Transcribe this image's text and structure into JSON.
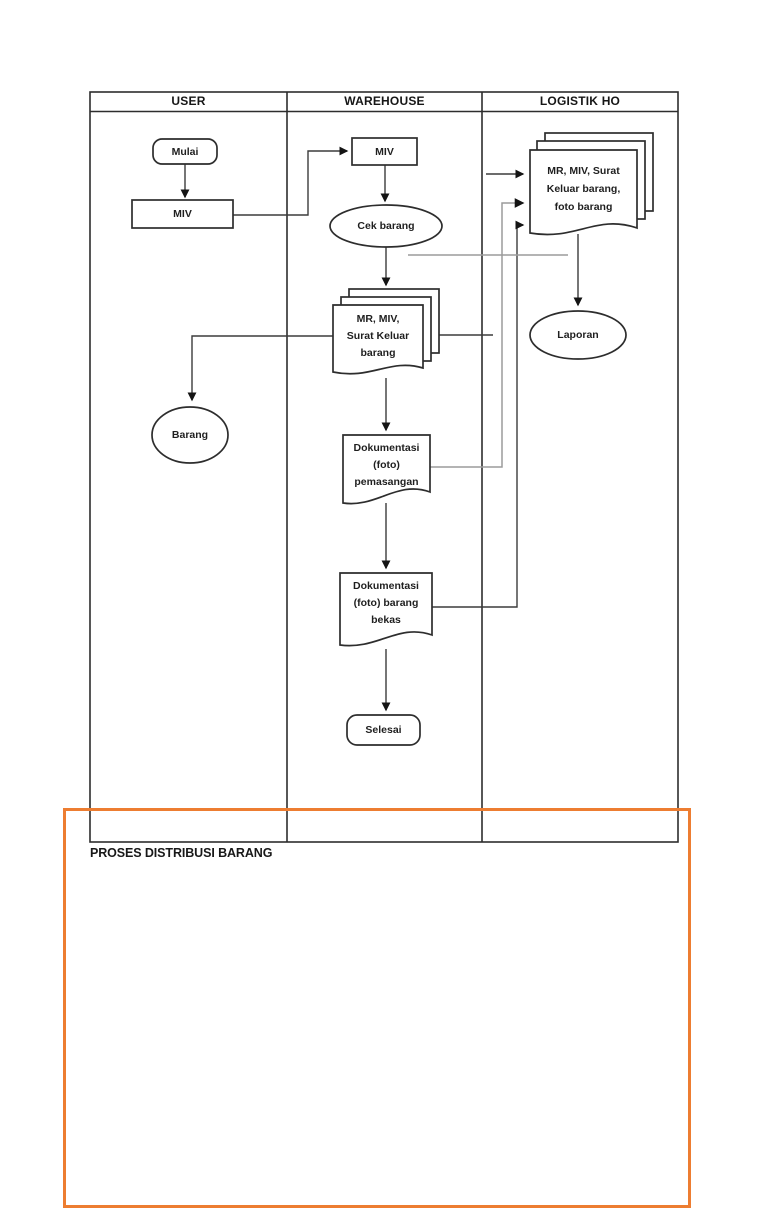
{
  "page": {
    "caption": "PROSES DISTRIBUSI BARANG"
  },
  "lanes": [
    {
      "label": "USER"
    },
    {
      "label": "WAREHOUSE"
    },
    {
      "label": "LOGISTIK HO"
    }
  ],
  "nodes": {
    "mulai": {
      "label": "Mulai",
      "shape": "terminator"
    },
    "miv_user": {
      "label": "MIV",
      "shape": "process"
    },
    "barang": {
      "label": "Barang",
      "shape": "ellipse"
    },
    "miv_warehouse": {
      "label": "MIV",
      "shape": "process"
    },
    "cek_barang": {
      "label": "Cek barang",
      "shape": "ellipse"
    },
    "doc_warehouse": {
      "lines": [
        "MR, MIV,",
        "Surat Keluar",
        "barang"
      ],
      "shape": "multi-document"
    },
    "dok_pemasangan": {
      "lines": [
        "Dokumentasi",
        "(foto)",
        "pemasangan"
      ],
      "shape": "document"
    },
    "dok_barang_bekas": {
      "lines": [
        "Dokumentasi",
        "(foto) barang",
        "bekas"
      ],
      "shape": "document"
    },
    "selesai": {
      "label": "Selesai",
      "shape": "terminator"
    },
    "doc_logistik": {
      "lines": [
        "MR, MIV, Surat",
        "Keluar barang,",
        "foto barang"
      ],
      "shape": "multi-document"
    },
    "laporan": {
      "label": "Laporan",
      "shape": "ellipse"
    }
  },
  "colors": {
    "highlight": "#ED7D31",
    "shape_stroke": "#2d2d2d",
    "muted_connector": "#9b9b9b"
  }
}
